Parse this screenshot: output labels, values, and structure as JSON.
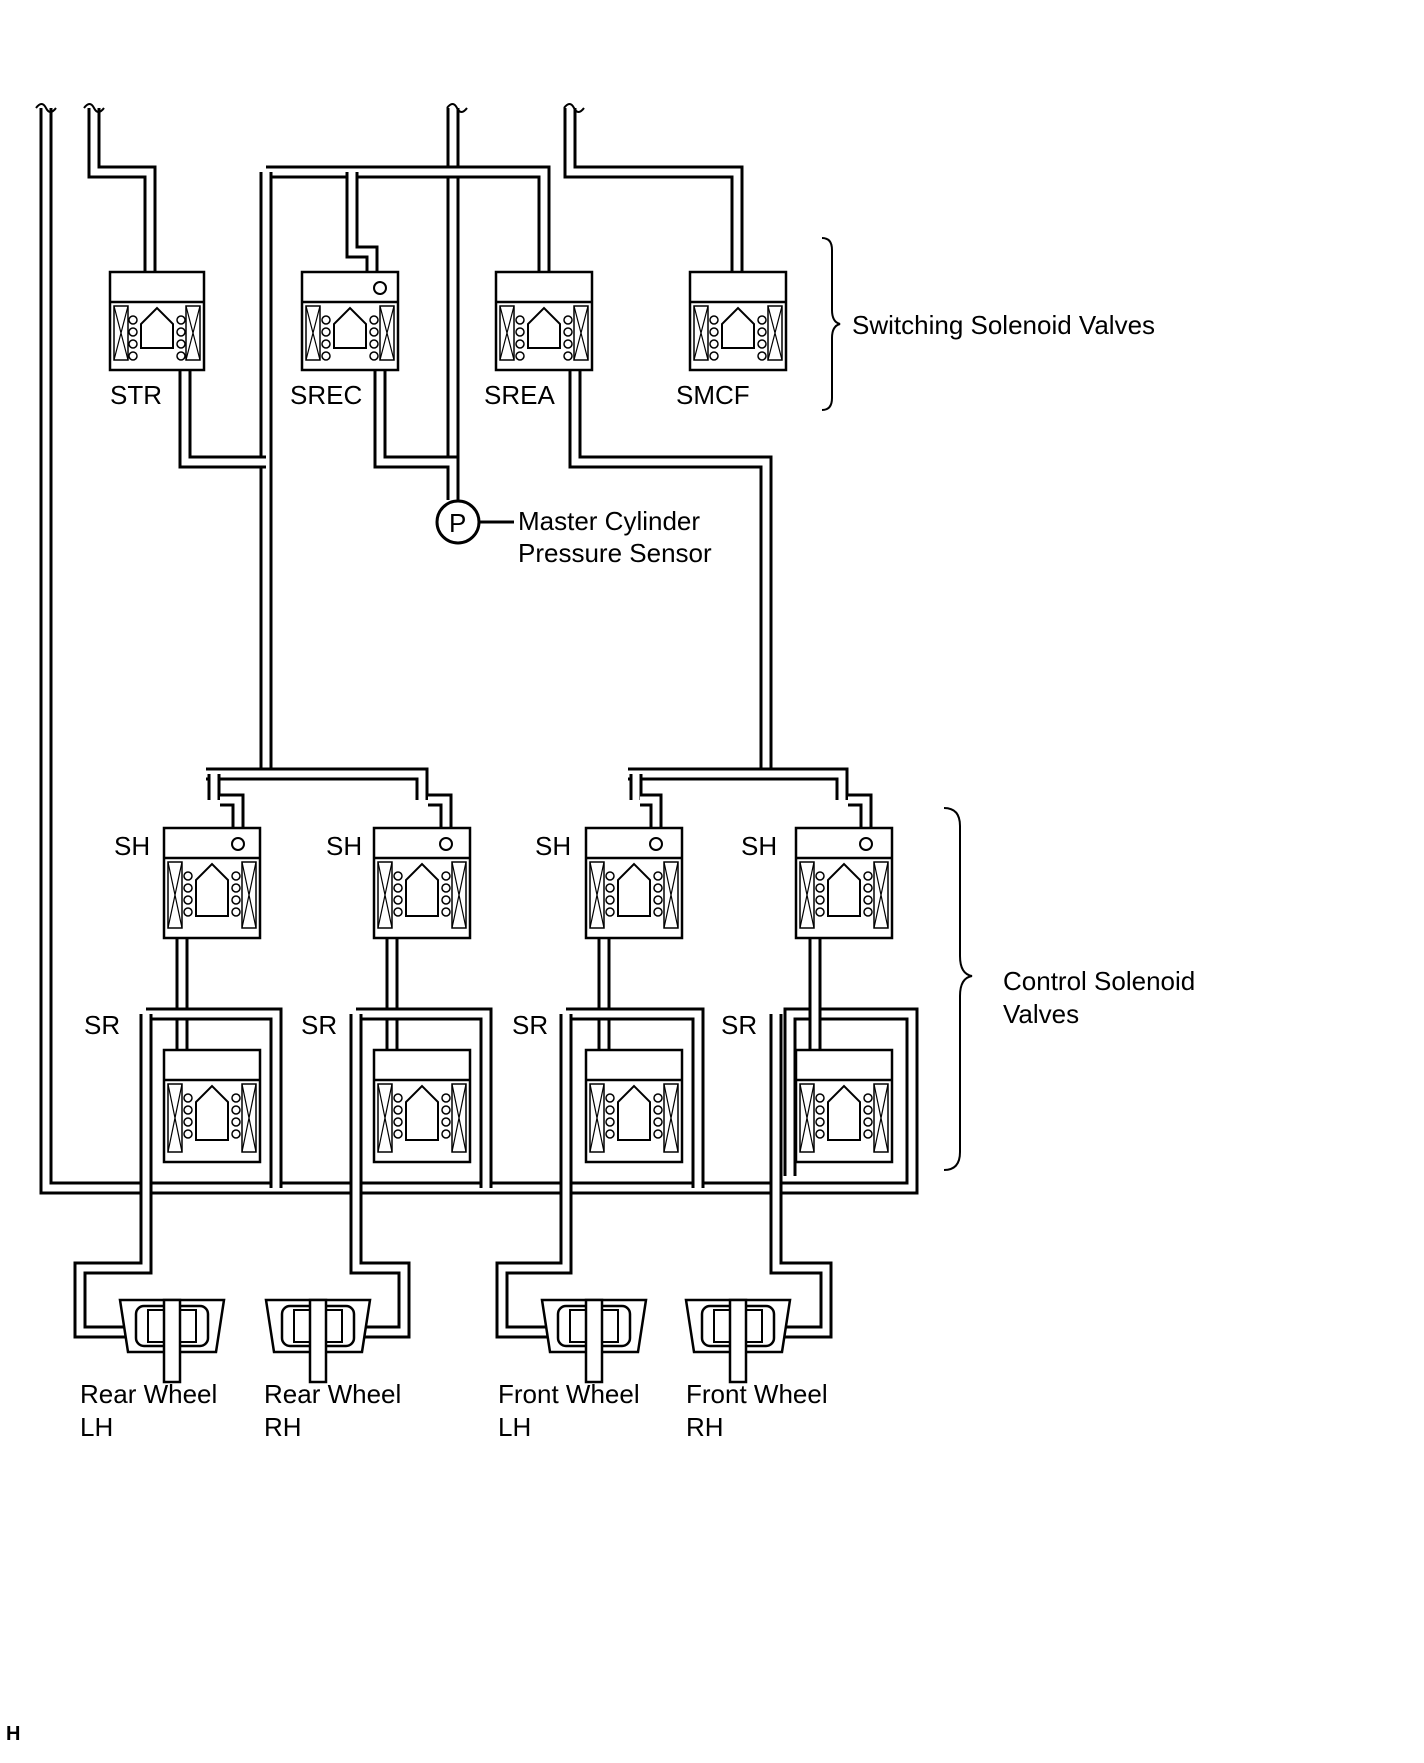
{
  "groups": {
    "switching": "Switching Solenoid Valves",
    "control_line1": "Control Solenoid",
    "control_line2": "Valves"
  },
  "switching_valves": [
    "STR",
    "SREC",
    "SREA",
    "SMCF"
  ],
  "sensor": {
    "symbol": "P",
    "line1": "Master Cylinder",
    "line2": "Pressure Sensor"
  },
  "control_valves": {
    "holding": [
      "SH",
      "SH",
      "SH",
      "SH"
    ],
    "reduction": [
      "SR",
      "SR",
      "SR",
      "SR"
    ]
  },
  "wheels": [
    {
      "line1": "Rear Wheel",
      "line2": "LH"
    },
    {
      "line1": "Rear Wheel",
      "line2": "RH"
    },
    {
      "line1": "Front Wheel",
      "line2": "LH"
    },
    {
      "line1": "Front Wheel",
      "line2": "RH"
    }
  ],
  "corner_mark": "H"
}
